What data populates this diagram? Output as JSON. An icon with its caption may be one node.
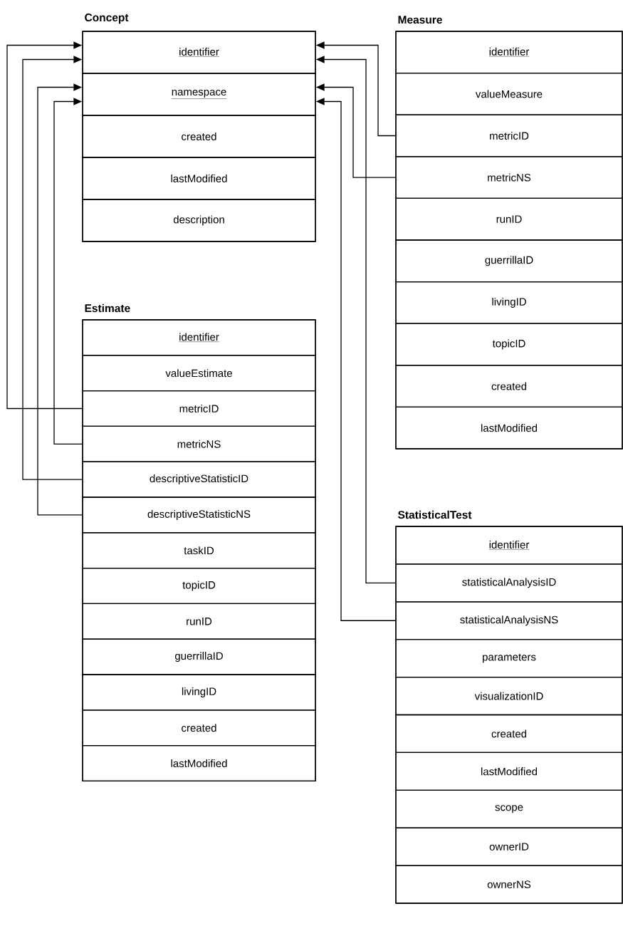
{
  "diagram": {
    "nodes": [
      {
        "text": [
          "Concept"
        ]
      },
      {
        "text": [
          "identifier"
        ],
        "in": 0
      },
      {
        "text": [
          "namespace"
        ],
        "in": 0
      },
      {
        "text": [
          "created"
        ],
        "in": 0
      },
      {
        "text": [
          "lastModified"
        ],
        "in": 0
      },
      {
        "text": [
          "description"
        ],
        "in": 0
      },
      {
        "text": [
          "Measure"
        ]
      },
      {
        "text": [
          "identifier"
        ],
        "in": 6
      },
      {
        "text": [
          "valueMeasure"
        ],
        "in": 6
      },
      {
        "text": [
          "metricID"
        ],
        "in": 6
      },
      {
        "text": [
          "metricNS"
        ],
        "in": 6
      },
      {
        "text": [
          "runID"
        ],
        "in": 6
      },
      {
        "text": [
          "guerrillaID"
        ],
        "in": 6
      },
      {
        "text": [
          "livingID"
        ],
        "in": 6
      },
      {
        "text": [
          "topicID"
        ],
        "in": 6
      },
      {
        "text": [
          "created"
        ],
        "in": 6
      },
      {
        "text": [
          "lastModified"
        ],
        "in": 6
      },
      {
        "text": [
          "Estimate"
        ]
      },
      {
        "text": [
          "identifier"
        ],
        "in": 17
      },
      {
        "text": [
          "valueEstimate"
        ],
        "in": 17
      },
      {
        "text": [
          "metricID"
        ],
        "in": 17
      },
      {
        "text": [
          "metricNS"
        ],
        "in": 17
      },
      {
        "text": [
          "descriptiveStatisticID"
        ],
        "in": 17
      },
      {
        "text": [
          "descriptiveStatisticNS"
        ],
        "in": 17
      },
      {
        "text": [
          "taskID"
        ],
        "in": 17
      },
      {
        "text": [
          "topicID"
        ],
        "in": 17
      },
      {
        "text": [
          "runID"
        ],
        "in": 17
      },
      {
        "text": [
          "guerrillaID"
        ],
        "in": 17
      },
      {
        "text": [
          "livingID"
        ],
        "in": 17
      },
      {
        "text": [
          "created"
        ],
        "in": 17
      },
      {
        "text": [
          "lastModified"
        ],
        "in": 17
      },
      {
        "text": [
          "StatisticalTest"
        ]
      },
      {
        "text": [
          "identifier"
        ],
        "in": 31
      },
      {
        "text": [
          "statisticalAnalysisID"
        ],
        "in": 31
      },
      {
        "text": [
          "statisticalAnalysisNS"
        ],
        "in": 31
      },
      {
        "text": [
          "parameters"
        ],
        "in": 31
      },
      {
        "text": [
          "visualizationID"
        ],
        "in": 31
      },
      {
        "text": [
          "created"
        ],
        "in": 31
      },
      {
        "text": [
          "lastModified"
        ],
        "in": 31
      },
      {
        "text": [
          "scope"
        ],
        "in": 31
      },
      {
        "text": [
          "ownerID"
        ],
        "in": 31
      },
      {
        "text": [
          "ownerNS"
        ],
        "in": 31
      }
    ],
    "edges": [
      {
        "from": 20,
        "to": 1,
        "arrow": "to"
      },
      {
        "from": 22,
        "to": 1,
        "arrow": "to"
      },
      {
        "from": 23,
        "to": 2,
        "arrow": "to"
      },
      {
        "from": 21,
        "to": 2,
        "arrow": "to"
      },
      {
        "from": 9,
        "to": 1,
        "arrow": "to"
      },
      {
        "from": 33,
        "to": 1,
        "arrow": "to"
      },
      {
        "from": 10,
        "to": 2,
        "arrow": "to"
      },
      {
        "from": 34,
        "to": 2,
        "arrow": "to"
      }
    ]
  }
}
